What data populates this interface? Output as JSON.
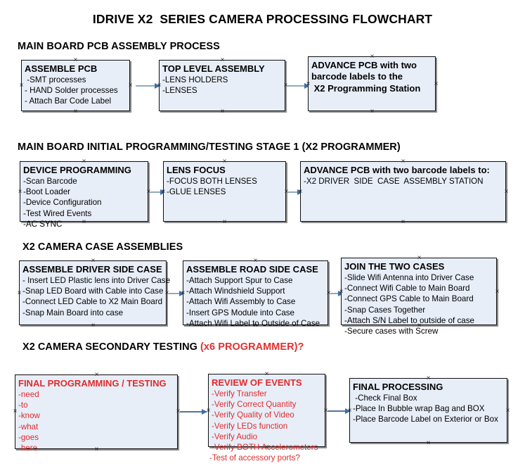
{
  "document": {
    "title": "IDRIVE X2  SERIES CAMERA PROCESSING FLOWCHART"
  },
  "sections": [
    {
      "id": "main-board-pcb-assembly-process",
      "heading": "MAIN BOARD PCB ASSEMBLY PROCESS",
      "heading_accent": "",
      "nodes": [
        {
          "id": "assemble-pcb",
          "title": "ASSEMBLE PCB",
          "color": "black",
          "lines": [
            " -SMT processes",
            "- HAND Solder processes",
            "- Attach Bar Code Label"
          ]
        },
        {
          "id": "top-level-assembly",
          "title": "TOP LEVEL ASSEMBLY",
          "color": "black",
          "lines": [
            "-LENS HOLDERS",
            "-LENSES"
          ]
        },
        {
          "id": "advance-pcb-to-x2-programming-station",
          "title": "ADVANCE PCB with two",
          "color": "black",
          "lines": [
            "barcode labels to the",
            " X2 Programming Station"
          ]
        }
      ]
    },
    {
      "id": "main-board-initial-programming-testing-stage-1",
      "heading": "MAIN BOARD INITIAL PROGRAMMING/TESTING STAGE 1 (X2 PROGRAMMER)",
      "heading_accent": "",
      "nodes": [
        {
          "id": "device-programming",
          "title": "DEVICE PROGRAMMING",
          "color": "black",
          "lines": [
            "-Scan Barcode",
            "-Boot Loader",
            "-Device Configuration",
            "-Test Wired Events",
            "-AC SYNC"
          ]
        },
        {
          "id": "lens-focus",
          "title": "LENS FOCUS",
          "color": "black",
          "lines": [
            "-FOCUS BOTH LENSES",
            "-GLUE LENSES"
          ]
        },
        {
          "id": "advance-pcb-to-driver-side-case-assembly",
          "title": "ADVANCE PCB with two barcode labels to:",
          "color": "black",
          "lines": [
            "-X2 DRIVER  SIDE  CASE  ASSEMBLY STATION"
          ]
        }
      ]
    },
    {
      "id": "x2-camera-case-assemblies",
      "heading": "X2 CAMERA CASE ASSEMBLIES",
      "heading_accent": "",
      "nodes": [
        {
          "id": "assemble-driver-side-case",
          "title": "ASSEMBLE DRIVER SIDE CASE",
          "color": "black",
          "lines": [
            "- Insert LED Plastic lens into Driver Case",
            "-Snap LED Board with Cable into Case",
            "-Connect LED Cable to X2 Main Board",
            "-Snap Main Board into case"
          ]
        },
        {
          "id": "assemble-road-side-case",
          "title": "ASSEMBLE ROAD SIDE CASE",
          "color": "black",
          "lines": [
            "-Attach Support Spur to Case",
            "-Attach Windshield Support",
            "-Attach Wifi Assembly to Case",
            "-Insert GPS Module into Case",
            "-Attach Wifi Label to Outside of Case"
          ]
        },
        {
          "id": "join-the-two-cases",
          "title": "JOIN THE TWO CASES",
          "color": "black",
          "lines": [
            "-Slide Wifi Antenna into Driver Case",
            "-Connect Wifi Cable to Main Board",
            "-Connect GPS Cable to Main Board",
            "-Snap Cases Together",
            "-Attach S/N Label to outside of case",
            "-Secure cases with Screw"
          ]
        }
      ]
    },
    {
      "id": "x2-camera-secondary-testing",
      "heading": "X2 CAMERA SECONDARY TESTING ",
      "heading_accent": "(x6 PROGRAMMER)?",
      "nodes": [
        {
          "id": "final-programming-testing",
          "title": "FINAL PROGRAMMING / TESTING",
          "color": "red",
          "lines": [
            "-need",
            "-to",
            "-know",
            "-what",
            "-goes",
            "-here"
          ]
        },
        {
          "id": "review-of-events",
          "title": "REVIEW OF EVENTS",
          "color": "red",
          "lines": [
            "-Verify Transfer",
            "-Verify Correct Quantity",
            "-Verify Quality of Video",
            "-Verify LEDs function",
            "-Verify Audio",
            "-Verify BOTH Accelerometers",
            "-Test of accessory ports?"
          ]
        },
        {
          "id": "final-processing",
          "title": "FINAL PROCESSING",
          "color": "black",
          "lines": [
            " -Check Final Box",
            "-Place In Bubble wrap Bag and BOX",
            "-Place Barcode Label on Exterior or Box"
          ]
        }
      ]
    }
  ],
  "colors": {
    "node_fill": "#e8eef8",
    "node_border": "#0f0f0f",
    "connector": "#8faabf",
    "arrow_head": "#3f6fa8",
    "accent_red": "#e02b2b",
    "text": "#000000"
  },
  "connectors": [
    {
      "id": "conn-assemble-pcb-to-top-level-assembly"
    },
    {
      "id": "conn-top-level-assembly-to-advance-pcb"
    },
    {
      "id": "conn-device-programming-to-lens-focus"
    },
    {
      "id": "conn-lens-focus-to-advance-pcb"
    },
    {
      "id": "conn-driver-side-to-road-side"
    },
    {
      "id": "conn-road-side-to-join-cases"
    },
    {
      "id": "conn-final-programming-to-review-of-events"
    },
    {
      "id": "conn-review-of-events-to-final-processing"
    }
  ]
}
